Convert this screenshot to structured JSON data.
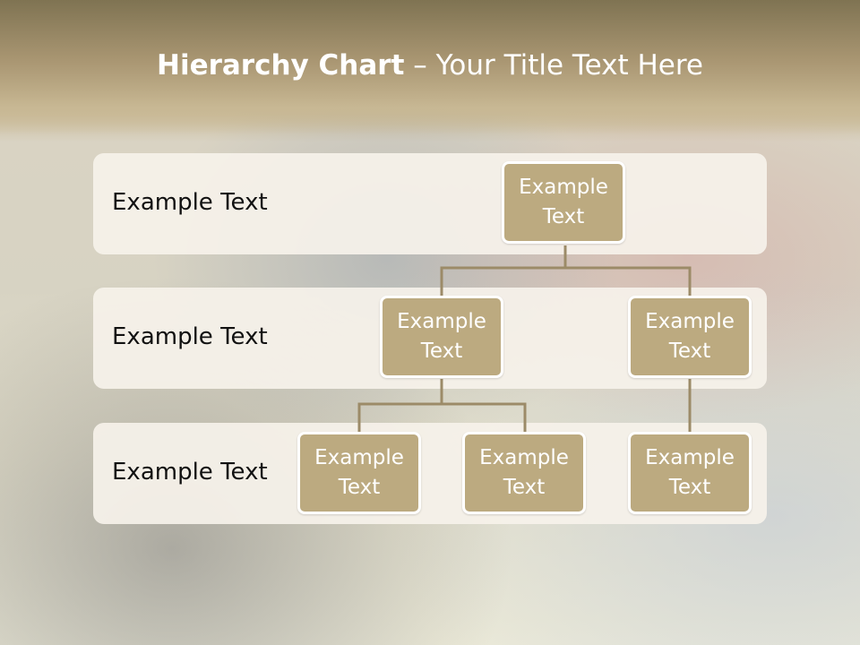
{
  "title": {
    "bold": "Hierarchy Chart",
    "rest": " – Your Title Text Here"
  },
  "rows": [
    {
      "label": "Example Text"
    },
    {
      "label": "Example Text"
    },
    {
      "label": "Example Text"
    }
  ],
  "nodes": {
    "root": "Example Text",
    "level2_left": "Example Text",
    "level2_right": "Example Text",
    "level3_a": "Example Text",
    "level3_b": "Example Text",
    "level3_c": "Example Text"
  },
  "colors": {
    "node_fill": "#bcaa80",
    "connector": "#9c8b68",
    "row_band": "#f6f2ea"
  }
}
